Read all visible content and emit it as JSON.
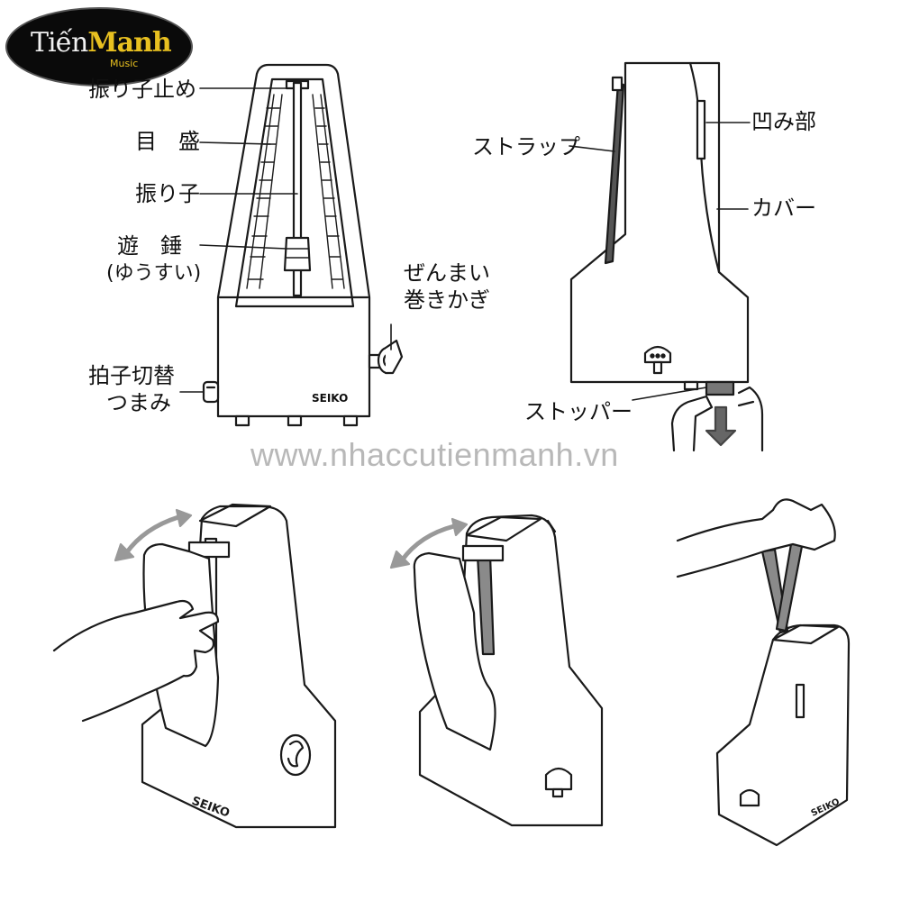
{
  "logo": {
    "brand_part1": "Tiến",
    "brand_part2": "Manh",
    "brand_sub": "Music"
  },
  "watermark": "www.nhaccutienmanh.vn",
  "front_view": {
    "labels": {
      "pendulum_stop": "振り子止め",
      "scale": "目　盛",
      "pendulum": "振り子",
      "weight": "遊　錘",
      "weight_reading": "(ゆうすい)",
      "winding_key_1": "ぜんまい",
      "winding_key_2": "巻きかぎ",
      "beat_selector_1": "拍子切替",
      "beat_selector_2": "つまみ"
    },
    "brand_mark": "SEIKO"
  },
  "rear_view": {
    "labels": {
      "strap": "ストラップ",
      "recess": "凹み部",
      "cover": "カバー",
      "stopper": "ストッパー"
    }
  },
  "steps_brand_mark": "SEIKO",
  "colors": {
    "line": "#1a1a1a",
    "strap_gray": "#8a8a8a",
    "arrow_gray": "#999999",
    "logo_gold": "#e8c020"
  }
}
